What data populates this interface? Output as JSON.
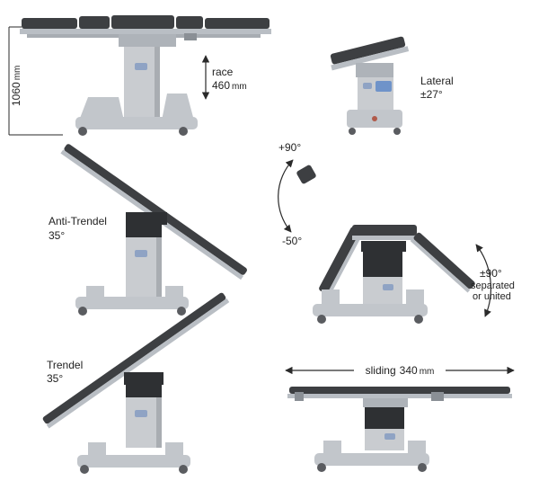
{
  "colors": {
    "pad": "#3d3f42",
    "pad_edge": "#25272a",
    "frame": "#b9bec4",
    "column": "#c9ccd0",
    "column_shade": "#a9adb2",
    "bellows": "#2e3033",
    "base": "#c2c6cb",
    "wheel": "#5a5c60",
    "logo": "#8fa3c4",
    "panel": "#6f93c9",
    "arrow": "#2a2a2a"
  },
  "labels": {
    "height": {
      "value": "1060",
      "unit": "mm"
    },
    "race": {
      "title": "race",
      "value": "460",
      "unit": "mm"
    },
    "lateral": {
      "title": "Lateral",
      "value": "±27°"
    },
    "back_up": {
      "value": "+90°"
    },
    "back_down": {
      "value": "-50°"
    },
    "anti_trendel": {
      "title": "Anti-Trendel",
      "value": "35°"
    },
    "legs": {
      "value": "±90°",
      "line1": "separated",
      "line2": "or united"
    },
    "trendel": {
      "title": "Trendel",
      "value": "35°"
    },
    "sliding": {
      "title": "sliding",
      "value": "340",
      "unit": "mm"
    }
  },
  "icons": {
    "table_views": "operating-table-illustration",
    "brand": "logo-badge"
  }
}
